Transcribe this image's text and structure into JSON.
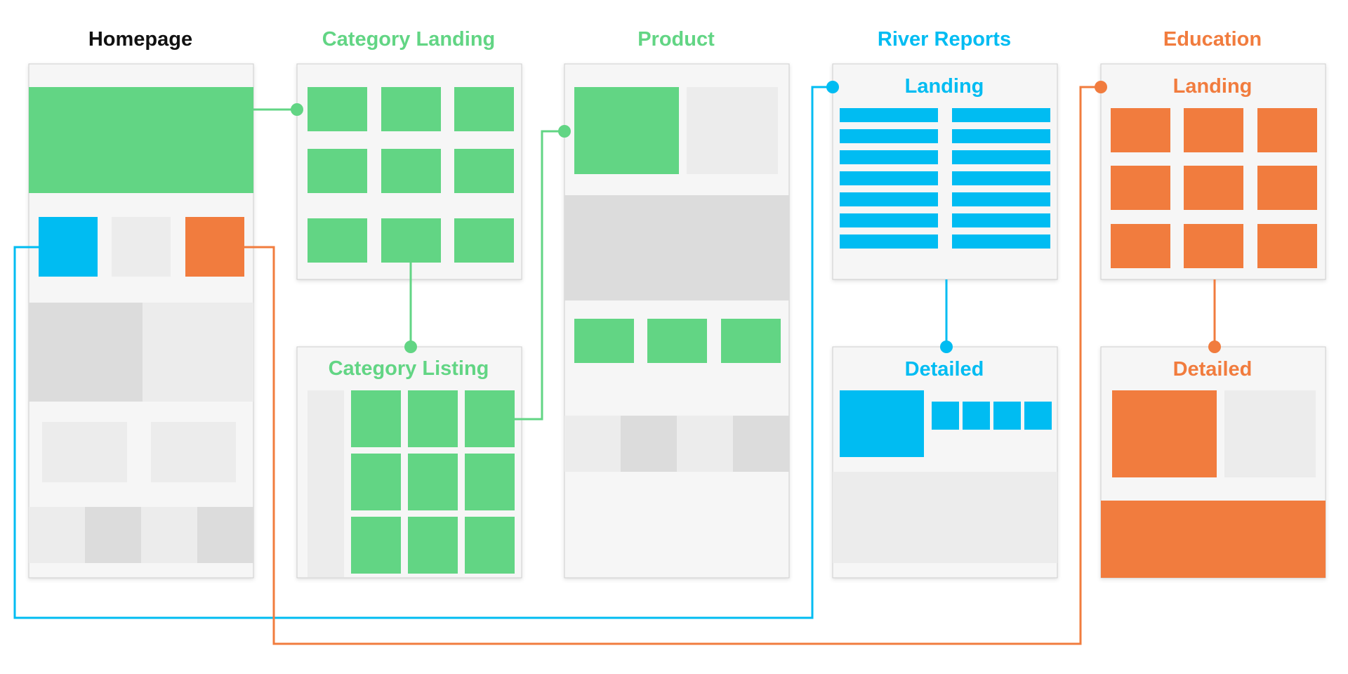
{
  "colors": {
    "green": "#62d584",
    "blue": "#00bcf2",
    "orange": "#f17c3e",
    "dark": "#111111",
    "panel_bg": "#f6f6f6",
    "panel_border": "#cfcfcf",
    "gray_light": "#ececec",
    "gray_mid": "#dcdcdc"
  },
  "columns": {
    "homepage": {
      "title": "Homepage"
    },
    "category_landing": {
      "title": "Category Landing"
    },
    "product": {
      "title": "Product"
    },
    "river_reports": {
      "title": "River Reports"
    },
    "education": {
      "title": "Education"
    }
  },
  "pages": {
    "category_listing": {
      "title": "Category Listing"
    },
    "river_landing": {
      "title": "Landing"
    },
    "river_detailed": {
      "title": "Detailed"
    },
    "education_landing": {
      "title": "Landing"
    },
    "education_detailed": {
      "title": "Detailed"
    }
  }
}
